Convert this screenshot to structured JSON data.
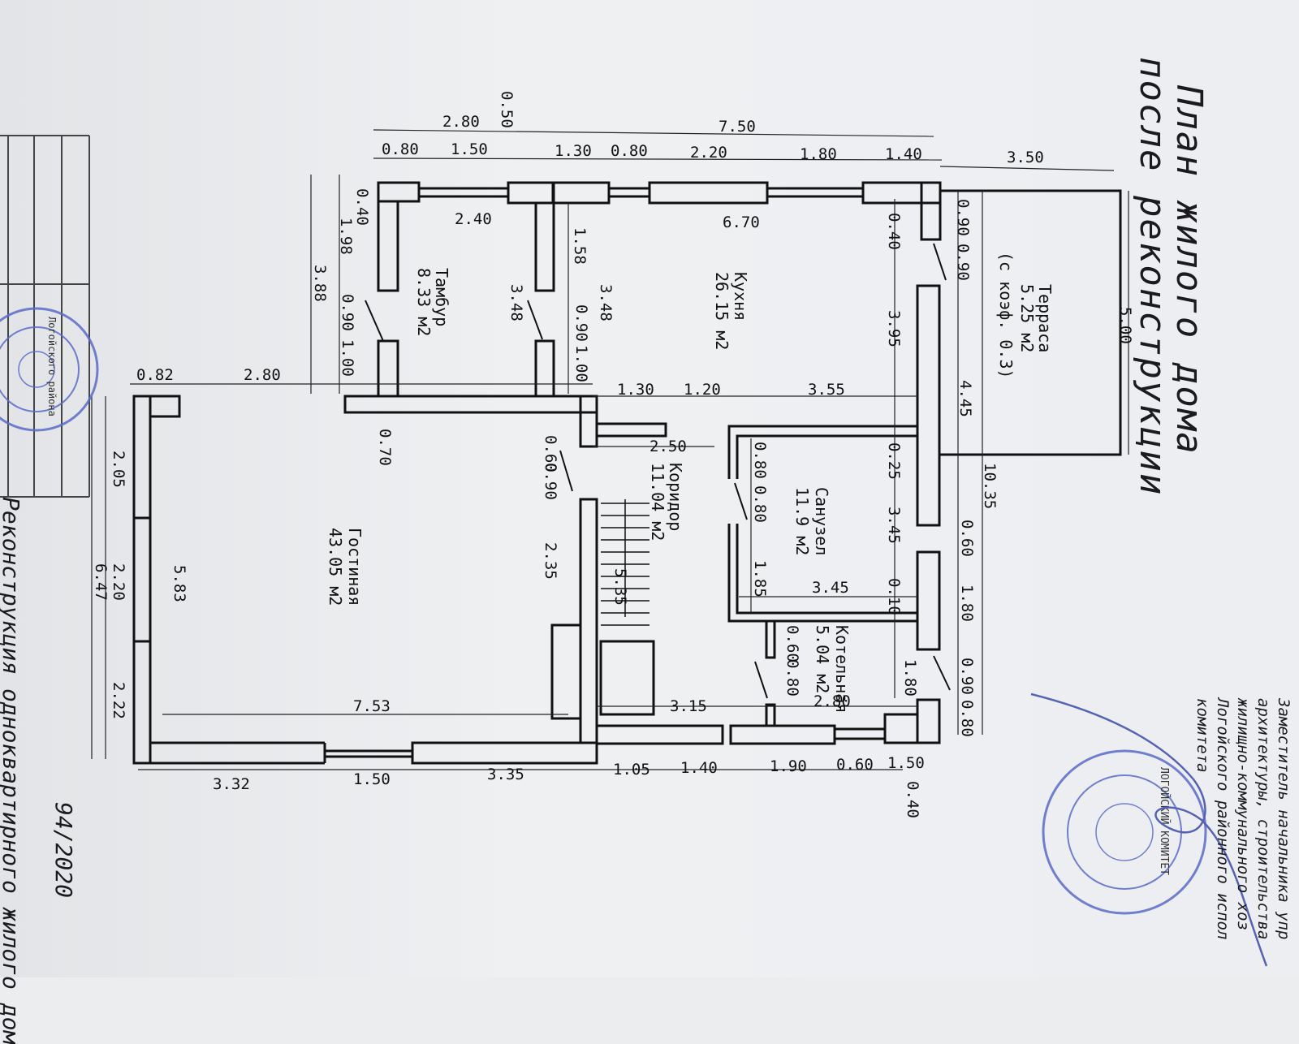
{
  "title": "План жилого дома",
  "subtitle": "после реконструкции",
  "drawing_title": "Реконструкция одноквартирного жилого дом",
  "doc_number": "94/2020",
  "approval_lines": [
    "Заместитель начальника упр",
    "архитектуры, строительства",
    "жилищно-коммунального хоз",
    "Логойского районного испол",
    "комитета"
  ],
  "rooms": [
    {
      "name": "Терраса",
      "area": "5.25 м2",
      "note": "(с коэф. 0.3)"
    },
    {
      "name": "Кухня",
      "area": "26.15 м2"
    },
    {
      "name": "Тамбур",
      "area": "8.33 м2"
    },
    {
      "name": "Гостиная",
      "area": "43.05 м2"
    },
    {
      "name": "Коридор",
      "area": "11.04 м2"
    },
    {
      "name": "Санузел",
      "area": "11.9 м2"
    },
    {
      "name": "Котельная",
      "area": "5.04 м2"
    }
  ],
  "dimensions": {
    "top_overall": [
      "2.80",
      "7.50",
      "0.50"
    ],
    "top_chain": [
      "0.80",
      "1.50",
      "1.30",
      "0.80",
      "2.20",
      "1.80",
      "1.40",
      "3.50"
    ],
    "tambur": [
      "2.40",
      "0.40",
      "1.98",
      "3.88",
      "0.90",
      "1.00",
      "3.48"
    ],
    "kitchen": [
      "6.70",
      "1.58",
      "3.48",
      "0.90",
      "1.00",
      "0.40",
      "3.95"
    ],
    "terrace": [
      "5.00",
      "0.90",
      "0.90",
      "4.45",
      "10.35"
    ],
    "mid": [
      "0.82",
      "2.80",
      "0.70",
      "1.30",
      "1.20",
      "3.55",
      "2.50",
      "0.60",
      "0.90"
    ],
    "living": [
      "2.05",
      "2.20",
      "6.47",
      "2.22",
      "5.83",
      "2.35",
      "7.53"
    ],
    "bath": [
      "0.80",
      "0.80",
      "1.85",
      "3.45",
      "0.25",
      "3.45",
      "0.10",
      "0.60",
      "1.80"
    ],
    "stairs": [
      "5.35"
    ],
    "boiler": [
      "0.60",
      "0.80",
      "2.80",
      "3.15",
      "1.80",
      "0.90",
      "0.80"
    ],
    "bottom_chain": [
      "3.32",
      "1.50",
      "3.35",
      "1.05",
      "1.40",
      "1.90",
      "0.60",
      "1.50",
      "0.40"
    ]
  },
  "stamp_left_text": "Логойского района",
  "stamp_right_text": "ЛОГОЙСКИЙ КОМИТЕТ",
  "colors": {
    "ink": "#111111",
    "stamp": "#5a6bc8",
    "paper": "#eceef1"
  }
}
